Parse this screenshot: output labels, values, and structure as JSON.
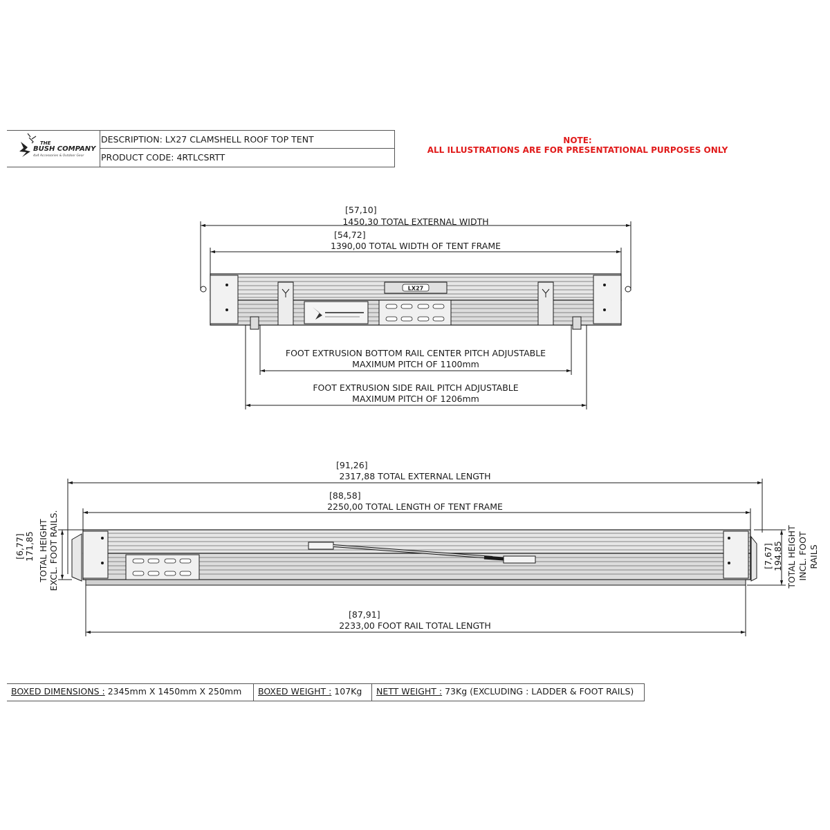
{
  "header": {
    "logo": {
      "line1": "THE",
      "line2": "BUSH COMPANY",
      "tagline": "4x4 Accessories & Outdoor Gear"
    },
    "description": "DESCRIPTION: LX27 CLAMSHELL ROOF TOP TENT",
    "product_code": "PRODUCT CODE: 4RTLCSRTT"
  },
  "note": {
    "title": "NOTE:",
    "text": "ALL ILLUSTRATIONS ARE FOR PRESENTATIONAL PURPOSES ONLY"
  },
  "top_view": {
    "external_width_in": "57,10",
    "external_width": "1450,30 TOTAL EXTERNAL WIDTH",
    "frame_width_in": "54,72",
    "frame_width": "1390,00 TOTAL WIDTH OF TENT FRAME",
    "badge_text": "LX27",
    "bottom_rail_line1": "FOOT EXTRUSION BOTTOM RAIL CENTER PITCH ADJUSTABLE",
    "bottom_rail_line2": "MAXIMUM PITCH OF 1100mm",
    "side_rail_line1": "FOOT EXTRUSION SIDE RAIL PITCH ADJUSTABLE",
    "side_rail_line2": "MAXIMUM PITCH OF 1206mm"
  },
  "side_view": {
    "external_length_in": "91,26",
    "external_length": "2317,88 TOTAL EXTERNAL LENGTH",
    "frame_length_in": "88,58",
    "frame_length": "2250,00 TOTAL LENGTH OF TENT FRAME",
    "foot_rail_in": "87,91",
    "foot_rail_length": "2233,00 FOOT RAIL TOTAL LENGTH",
    "height_excl_in": "6,77",
    "height_excl_value": "171,85",
    "height_excl_line1": "TOTAL HEIGHT",
    "height_excl_line2": "EXCL. FOOT RAILS.",
    "height_incl_in": "7,67",
    "height_incl_value": "194,85",
    "height_incl_line1": "TOTAL HEIGHT",
    "height_incl_line2": "INCL. FOOT",
    "height_incl_line3": "RAILS"
  },
  "specs": {
    "boxed_dimensions_label": "BOXED DIMENSIONS :",
    "boxed_dimensions_value": " 2345mm X 1450mm X 250mm",
    "boxed_weight_label": "BOXED WEIGHT :",
    "boxed_weight_value": " 107Kg",
    "nett_weight_label": "NETT WEIGHT :",
    "nett_weight_value": " 73Kg (EXCLUDING : LADDER & FOOT RAILS)"
  },
  "colors": {
    "note_red": "#e11b1b",
    "line": "#1a1a1a",
    "body_fill": "#d8d8d8"
  }
}
